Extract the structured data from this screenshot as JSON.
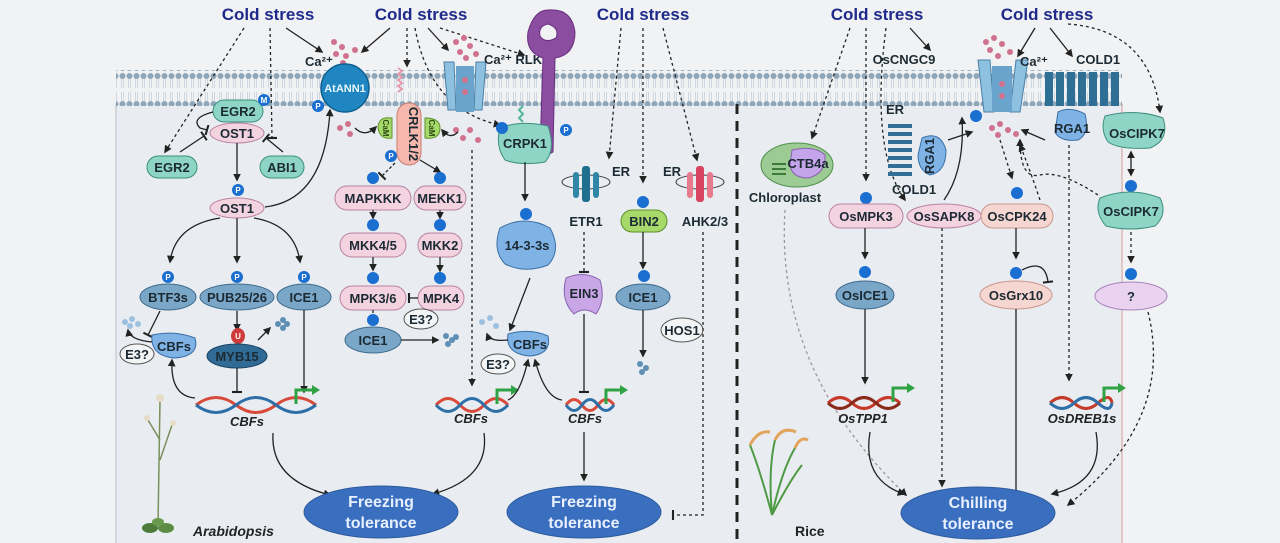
{
  "stimulus": {
    "label": "Cold stress",
    "count": 5
  },
  "arabidopsis": {
    "organism": "Arabidopsis",
    "ca_label": "Ca²⁺",
    "rlk_label": "Ca²⁺ RLK?",
    "annexin": "AtANN1",
    "egr2_top": "EGR2",
    "methyl_badge": "M",
    "ost1_top": "OST1",
    "egr2_left": "EGR2",
    "abi1": "ABI1",
    "ost1_mid": "OST1",
    "btf3s": "BTF3s",
    "pub": "PUB25/26",
    "ice1_a": "ICE1",
    "ubiquitin_badge": "U",
    "myb15": "MYB15",
    "e3_a": "E3?",
    "cbfs_protein_a": "CBFs",
    "cbfs_gene_a": "CBFs",
    "crlk": "CRLK1/2",
    "cam_left": "CaM",
    "cam_right": "CaM",
    "mapkkk": "MAPKKK",
    "mekk1": "MEKK1",
    "mkk45": "MKK4/5",
    "mkk2": "MKK2",
    "mpk36": "MPK3/6",
    "mpk4": "MPK4",
    "ice1_b": "ICE1",
    "e3_b": "E3?",
    "crpk1": "CRPK1",
    "p1433": "14-3-3s",
    "cbfs_protein_b": "CBFs",
    "e3_c": "E3?",
    "cbfs_gene_b": "CBFs",
    "er_1": "ER",
    "etr1": "ETR1",
    "bin2": "BIN2",
    "er_2": "ER",
    "ahk": "AHK2/3",
    "ein3": "EIN3",
    "ice1_c": "ICE1",
    "hos1": "HOS1",
    "cbfs_gene_c": "CBFs",
    "tolerance_1": [
      "Freezing",
      "tolerance"
    ],
    "tolerance_2": [
      "Freezing",
      "tolerance"
    ]
  },
  "rice": {
    "organism": "Rice",
    "oscngc9": "OsCNGC9",
    "ca_label": "Ca²⁺",
    "cold1_top": "COLD1",
    "er": "ER",
    "rga1_er": "RGA1",
    "cold1_er": "COLD1",
    "ctb4a": "CTB4a",
    "chloroplast": "Chloroplast",
    "rga1_pm": "RGA1",
    "oscipk7_top": "OsCIPK7",
    "osmpk3": "OsMPK3",
    "ossapk8": "OsSAPK8",
    "oscpk24": "OsCPK24",
    "oscipk7_bottom": "OsCIPK7",
    "osice1": "OsICE1",
    "osgrx10": "OsGrx10",
    "unknown": "?",
    "ostpp1": "OsTPP1",
    "osdreb1s": "OsDREB1s",
    "tolerance": [
      "Chilling",
      "tolerance"
    ]
  },
  "phospho_badge": "P",
  "colors": {
    "cold_text": "#1f2a8a",
    "tolerance_fill": "#3a6fbf",
    "phospho": "#1a6fd1",
    "membrane_head": "#8fa6b8",
    "pink_node": "#f4d3e1",
    "teal_node": "#8fd5c5",
    "blue_node": "#7aa7c8",
    "divider": "#222222"
  }
}
